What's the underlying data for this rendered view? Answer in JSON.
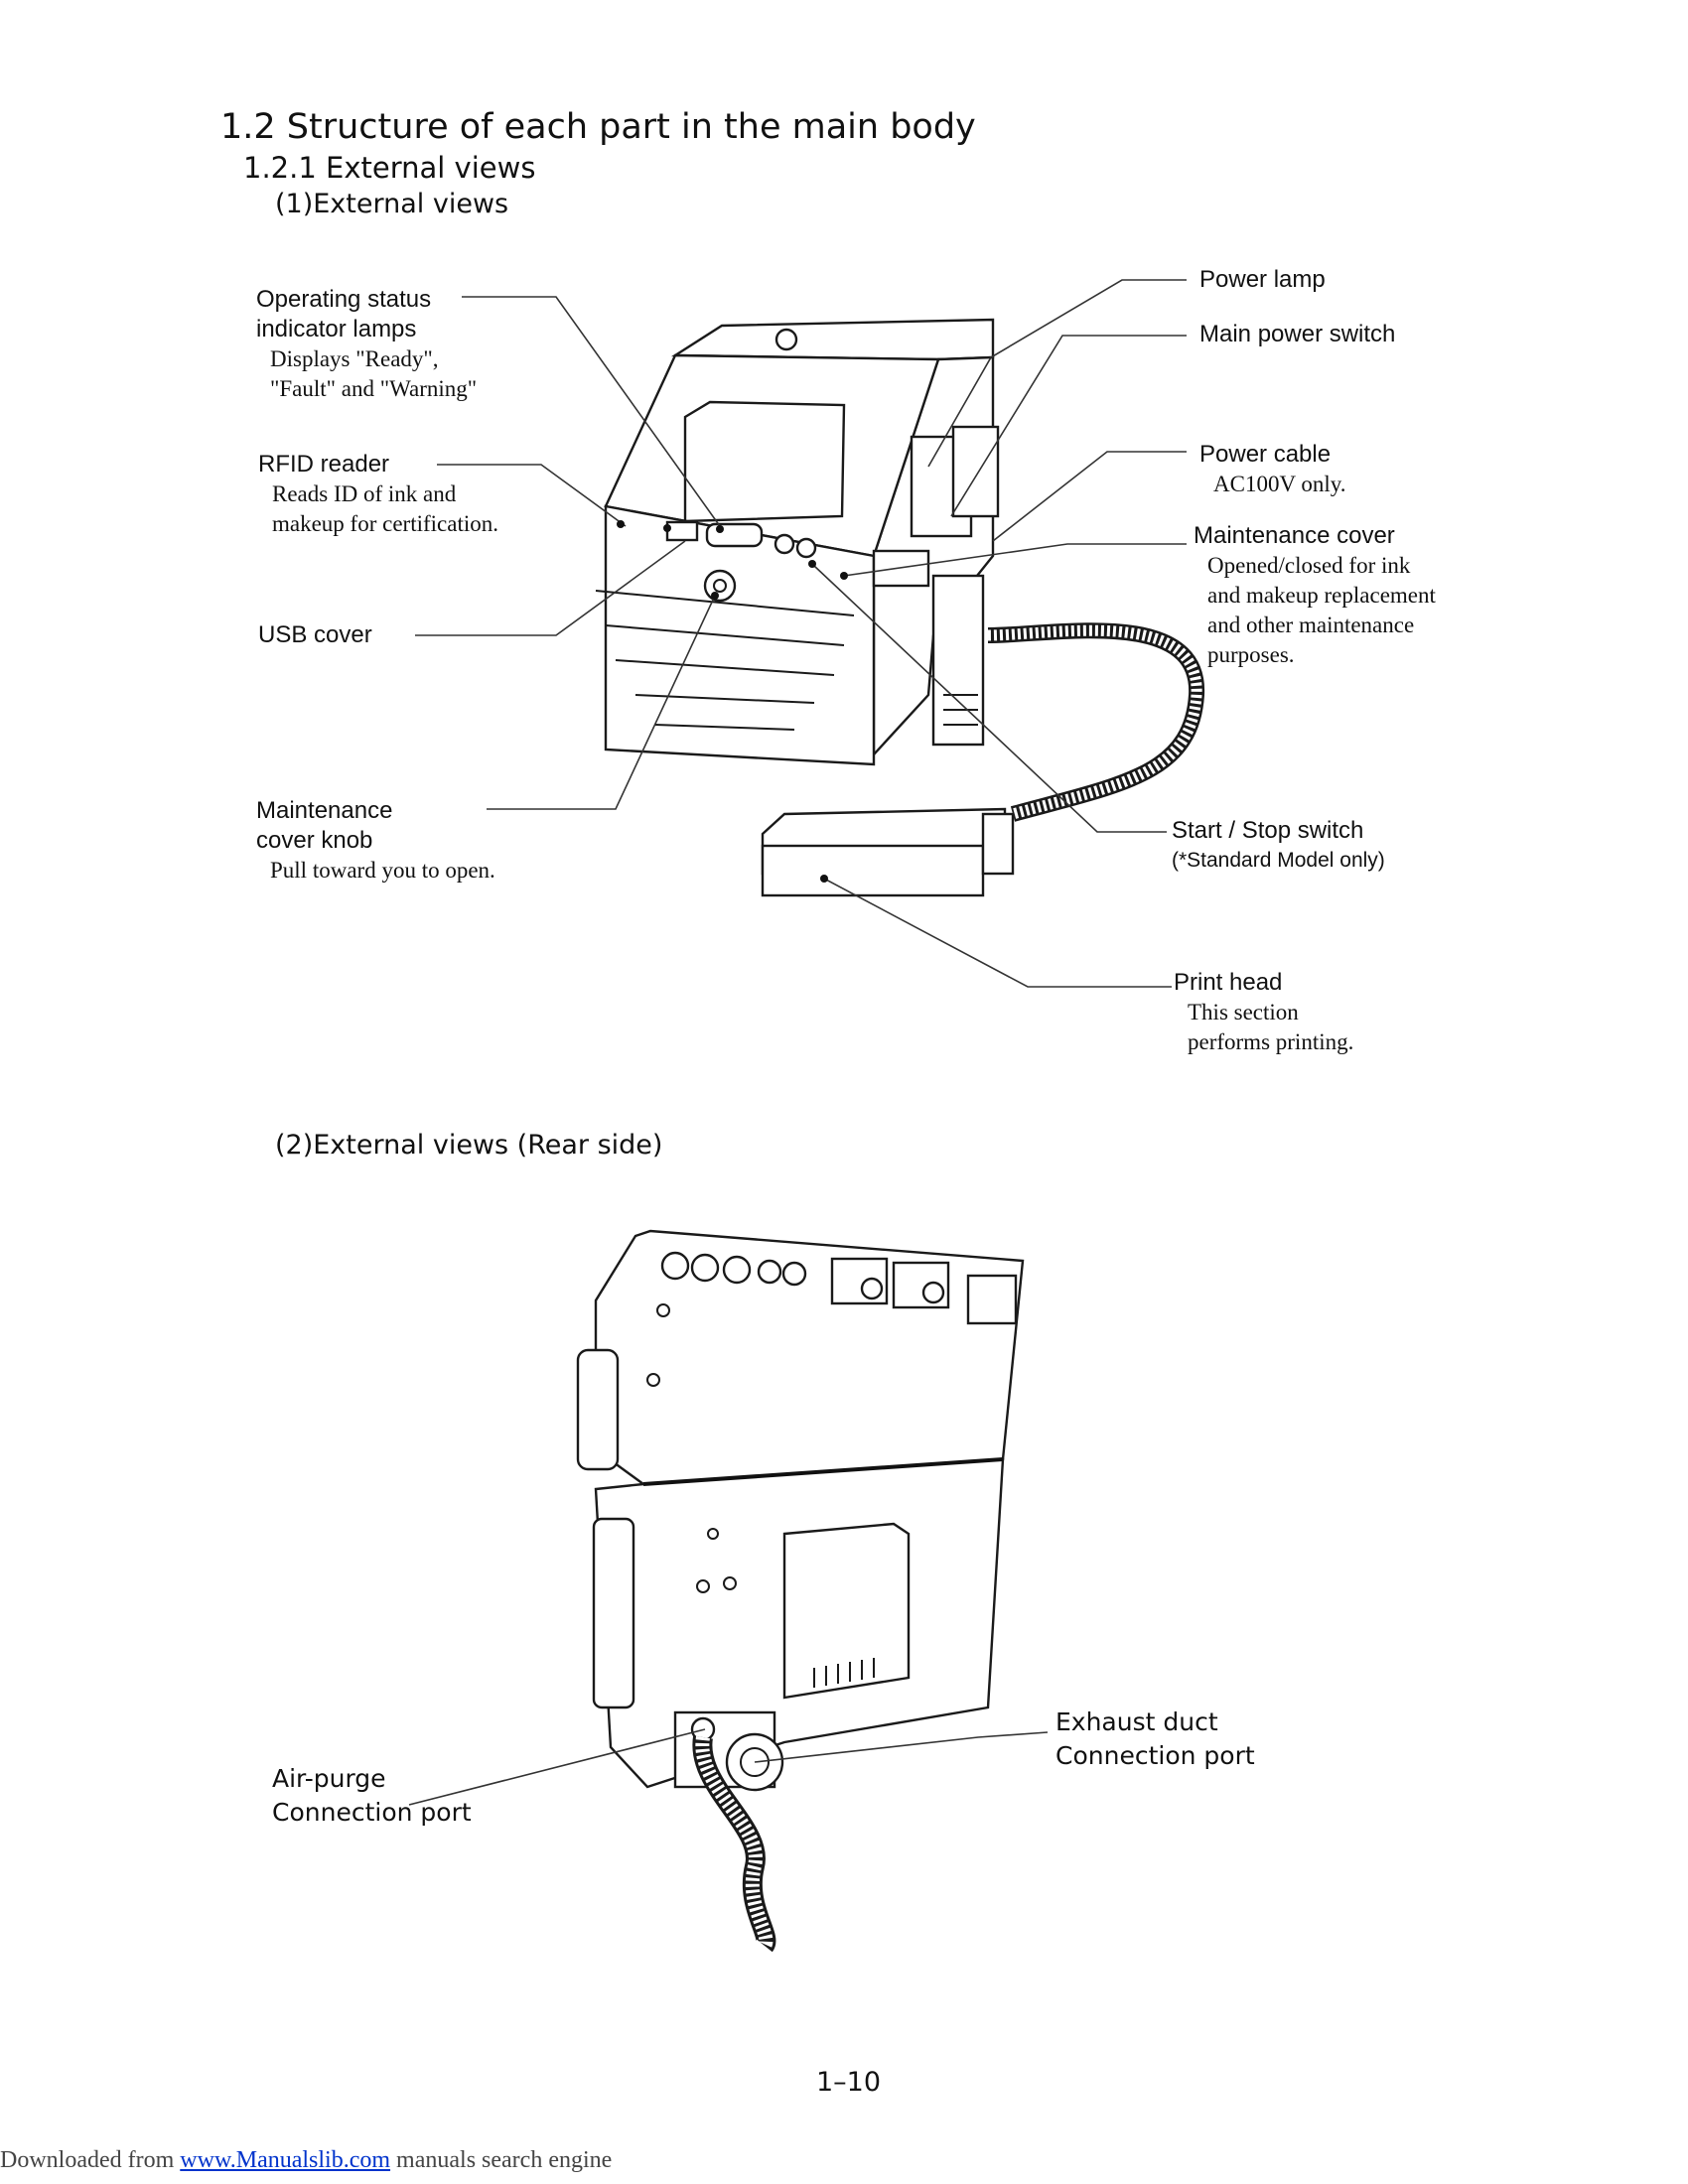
{
  "heading": {
    "section": "1.2 Structure of each part in the main body",
    "subsection": "1.2.1    External views",
    "front_caption": "(1)External views",
    "rear_caption": "(2)External views (Rear side)"
  },
  "front_labels": {
    "operating_status": {
      "title_1": "Operating status",
      "title_2": "indicator lamps",
      "desc_1": "Displays \"Ready\",",
      "desc_2": "\"Fault\" and  \"Warning\""
    },
    "rfid": {
      "title": "RFID reader",
      "desc_1": "Reads ID of ink and",
      "desc_2": "makeup for certification."
    },
    "usb": {
      "title": "USB cover"
    },
    "maint_knob": {
      "title_1": "Maintenance",
      "title_2": "cover knob",
      "desc": "Pull toward you to open."
    },
    "power_lamp": {
      "title": "Power lamp"
    },
    "main_power": {
      "title": "Main power switch"
    },
    "power_cable": {
      "title": "Power cable",
      "desc": "AC100V only."
    },
    "maint_cover": {
      "title": "Maintenance cover",
      "desc_1": "Opened/closed for ink",
      "desc_2": "and makeup replacement",
      "desc_3": "and other maintenance",
      "desc_4": "purposes."
    },
    "start_stop": {
      "title": "Start / Stop switch",
      "desc": "(*Standard Model only)"
    },
    "print_head": {
      "title": "Print head",
      "desc_1": "This section",
      "desc_2": "performs printing."
    }
  },
  "rear_labels": {
    "exhaust": {
      "line_1": "Exhaust duct",
      "line_2": "Connection port"
    },
    "air_purge": {
      "line_1": "Air-purge",
      "line_2": "Connection port"
    }
  },
  "page_number": "1–10",
  "footer": {
    "prefix": "Downloaded from ",
    "link": "www.Manualslib.com",
    "suffix": " manuals search engine"
  }
}
